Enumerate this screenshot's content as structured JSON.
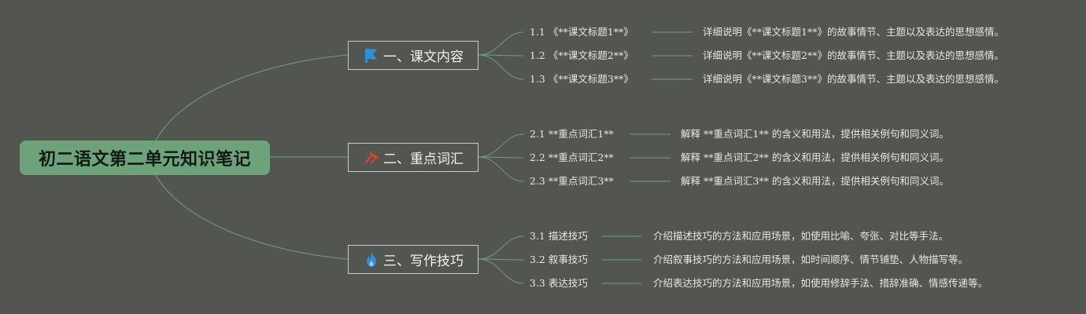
{
  "root": {
    "title": "初二语文第二单元知识笔记"
  },
  "branches": [
    {
      "label": "一、课文内容",
      "icon": "flag-icon",
      "icon_color": "#2f8fd8",
      "leaves": [
        {
          "label": "1.1 《**课文标题1**》",
          "desc": "详细说明《**课文标题1**》的故事情节、主题以及表达的思想感情。"
        },
        {
          "label": "1.2 《**课文标题2**》",
          "desc": "详细说明《**课文标题2**》的故事情节、主题以及表达的思想感情。"
        },
        {
          "label": "1.3 《**课文标题3**》",
          "desc": "详细说明《**课文标题3**》的故事情节、主题以及表达的思想感情。"
        }
      ]
    },
    {
      "label": "二、重点词汇",
      "icon": "hammer-pick-icon",
      "icon_color": "#d8442f",
      "leaves": [
        {
          "label": "2.1 **重点词汇1**",
          "desc": "解释 **重点词汇1** 的含义和用法，提供相关例句和同义词。"
        },
        {
          "label": "2.2 **重点词汇2**",
          "desc": "解释 **重点词汇2** 的含义和用法，提供相关例句和同义词。"
        },
        {
          "label": "2.3 **重点词汇3**",
          "desc": "解释 **重点词汇3** 的含义和用法，提供相关例句和同义词。"
        }
      ]
    },
    {
      "label": "三、写作技巧",
      "icon": "flame-icon",
      "icon_color": "#2f8fd8",
      "leaves": [
        {
          "label": "3.1 描述技巧",
          "desc": "介绍描述技巧的方法和应用场景，如使用比喻、夸张、对比等手法。"
        },
        {
          "label": "3.2 叙事技巧",
          "desc": "介绍叙事技巧的方法和应用场景，如时间顺序、情节铺垫、人物描写等。"
        },
        {
          "label": "3.3 表达技巧",
          "desc": "介绍表达技巧的方法和应用场景，如使用修辞手法、措辞准确、情感传递等。"
        }
      ]
    }
  ],
  "colors": {
    "background": "#535551",
    "root_fill": "#6ea27b",
    "connector": "#6ea27b",
    "branch_border": "#c9cbc7"
  }
}
